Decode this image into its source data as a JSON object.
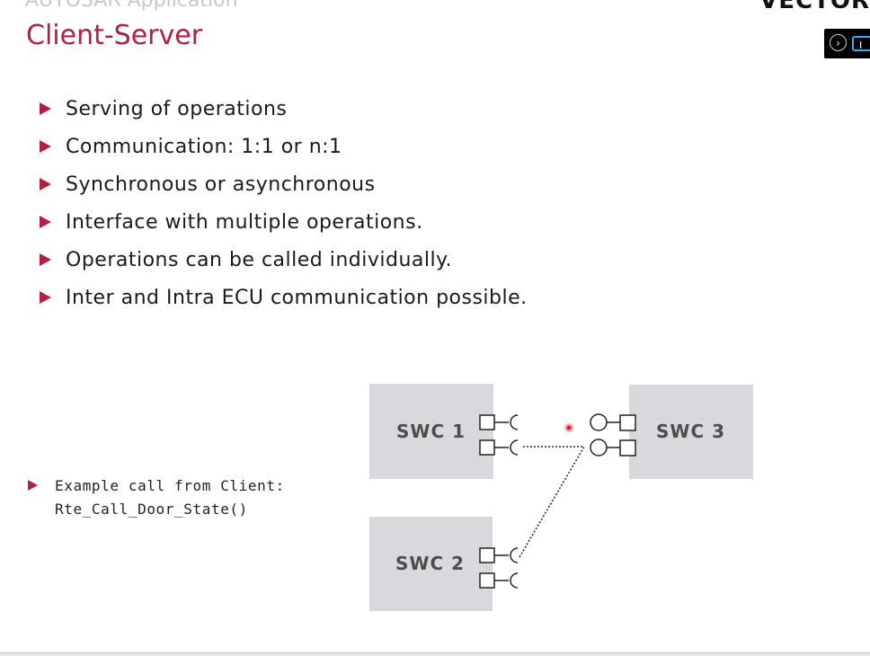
{
  "header": {
    "section_title": "AUTOSAR Application",
    "brand": "VECTOR"
  },
  "slide": {
    "title": "Client-Server",
    "bullets": [
      "Serving of operations",
      "Communication: 1:1 or n:1",
      "Synchronous or asynchronous",
      "Interface with multiple operations.",
      "Operations can be called individually.",
      "Inter and Intra ECU communication possible."
    ],
    "example": {
      "line1": "Example call from Client:",
      "line2": "Rte_Call_Door_State()"
    }
  },
  "diagram": {
    "components": {
      "swc1": "SWC 1",
      "swc2": "SWC 2",
      "swc3": "SWC 3"
    }
  },
  "player": {
    "next_icon": "chevron-right-icon",
    "caption_icon": "caption-icon",
    "caption_label": "I"
  },
  "colors": {
    "accent": "#b0213f",
    "box": "#d9d9dd"
  }
}
